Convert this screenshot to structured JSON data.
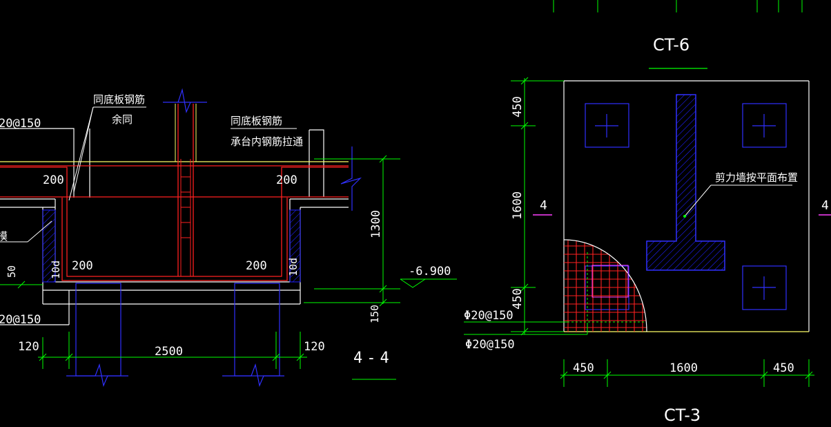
{
  "colors": {
    "background": "#000000",
    "outline": "#ffffff",
    "dimension": "#00ff00",
    "rebar": "#ff2020",
    "pile": "#3030ff",
    "hatch": "#2020ff",
    "concrete_top": "#ffff66",
    "title_underline": "#00ff00",
    "label_mark": "#ff40ff",
    "mesh_pink": "#ff40ff"
  },
  "section_4_4": {
    "title": "4-4",
    "note_bottom_slab_rebar": "同底板钢筋",
    "note_rest_same": "余同",
    "note_bottom_slab_rebar_2": "同底板钢筋",
    "note_cap_rebar_through": "承台内钢筋拉通",
    "rebar_top_partial": "20@150",
    "rebar_bottom_partial": "20@150",
    "formwork_partial": "模",
    "dim_200_top_left": "200",
    "dim_200_top_right": "200",
    "dim_200_bottom_left": "200",
    "dim_200_bottom_right": "200",
    "dim_10d_left": "10d",
    "dim_10d_right": "10d",
    "dim_50": "50",
    "dim_1300": "1300",
    "dim_150": "150",
    "elevation": "-6.900",
    "dim_120_left": "120",
    "dim_2500": "2500",
    "dim_120_right": "120"
  },
  "plan_ct3": {
    "title_ct6": "CT-6",
    "title_ct3": "CT-3",
    "shear_wall_note": "剪力墙按平面布置",
    "section_mark_left": "4",
    "section_mark_right": "4",
    "rebar_1": "Φ20@150",
    "rebar_2": "Φ20@150",
    "dim_left_450_top": "450",
    "dim_left_1600": "1600",
    "dim_left_450_bottom": "450",
    "dim_bottom_450_left": "450",
    "dim_bottom_1600": "1600",
    "dim_bottom_450_right": "450"
  }
}
